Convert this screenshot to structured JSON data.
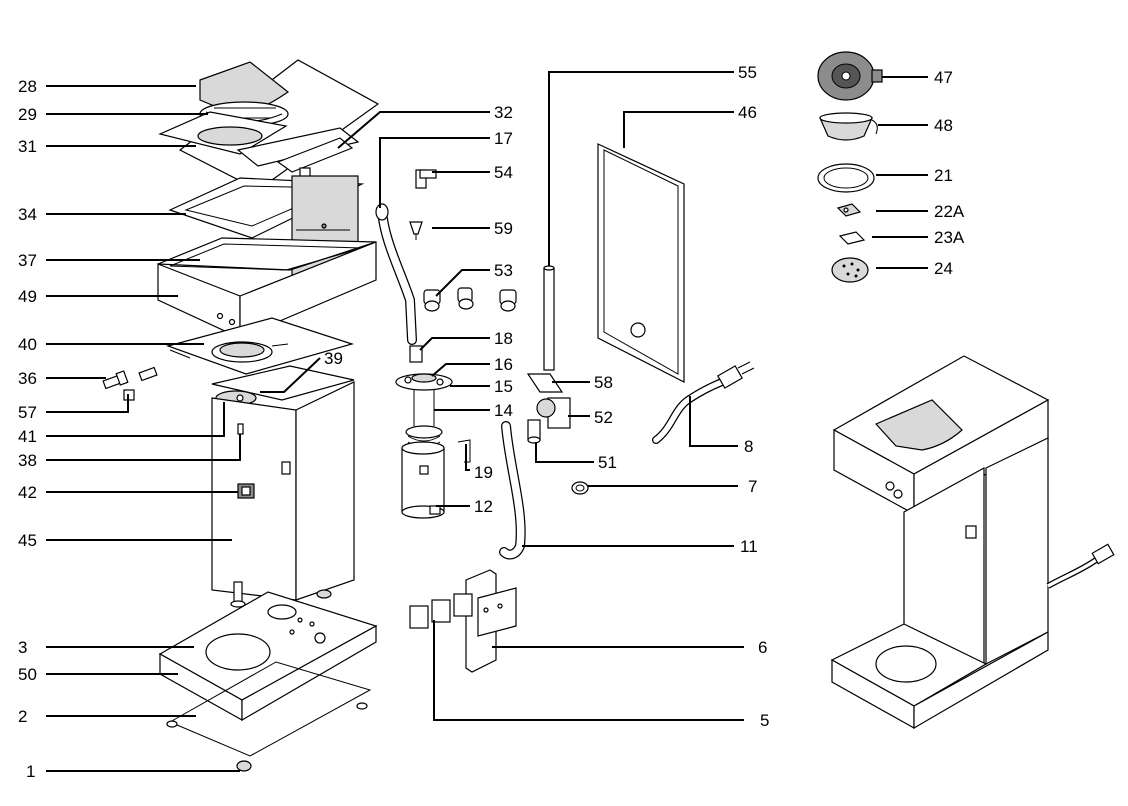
{
  "parts": [
    {
      "id": "p1",
      "label": "1"
    },
    {
      "id": "p2",
      "label": "2"
    },
    {
      "id": "p3",
      "label": "3"
    },
    {
      "id": "p5",
      "label": "5"
    },
    {
      "id": "p6",
      "label": "6"
    },
    {
      "id": "p7",
      "label": "7"
    },
    {
      "id": "p8",
      "label": "8"
    },
    {
      "id": "p11",
      "label": "11"
    },
    {
      "id": "p12",
      "label": "12"
    },
    {
      "id": "p14",
      "label": "14"
    },
    {
      "id": "p15",
      "label": "15"
    },
    {
      "id": "p16",
      "label": "16"
    },
    {
      "id": "p17",
      "label": "17"
    },
    {
      "id": "p18",
      "label": "18"
    },
    {
      "id": "p19",
      "label": "19"
    },
    {
      "id": "p21",
      "label": "21"
    },
    {
      "id": "p22A",
      "label": "22A"
    },
    {
      "id": "p23A",
      "label": "23A"
    },
    {
      "id": "p24",
      "label": "24"
    },
    {
      "id": "p28",
      "label": "28"
    },
    {
      "id": "p29",
      "label": "29"
    },
    {
      "id": "p31",
      "label": "31"
    },
    {
      "id": "p32",
      "label": "32"
    },
    {
      "id": "p34",
      "label": "34"
    },
    {
      "id": "p36",
      "label": "36"
    },
    {
      "id": "p37",
      "label": "37"
    },
    {
      "id": "p38",
      "label": "38"
    },
    {
      "id": "p39",
      "label": "39"
    },
    {
      "id": "p40",
      "label": "40"
    },
    {
      "id": "p41",
      "label": "41"
    },
    {
      "id": "p42",
      "label": "42"
    },
    {
      "id": "p45",
      "label": "45"
    },
    {
      "id": "p46",
      "label": "46"
    },
    {
      "id": "p47",
      "label": "47"
    },
    {
      "id": "p48",
      "label": "48"
    },
    {
      "id": "p49",
      "label": "49"
    },
    {
      "id": "p50",
      "label": "50"
    },
    {
      "id": "p51",
      "label": "51"
    },
    {
      "id": "p52",
      "label": "52"
    },
    {
      "id": "p53",
      "label": "53"
    },
    {
      "id": "p54",
      "label": "54"
    },
    {
      "id": "p55",
      "label": "55"
    },
    {
      "id": "p57",
      "label": "57"
    },
    {
      "id": "p58",
      "label": "58"
    },
    {
      "id": "p59",
      "label": "59"
    }
  ]
}
